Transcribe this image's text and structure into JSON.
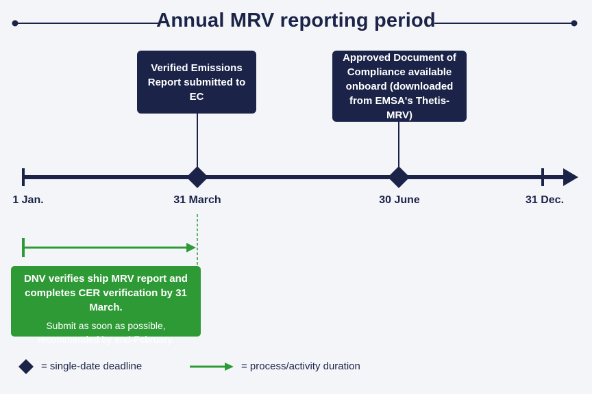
{
  "title": "Annual MRV reporting period",
  "milestones": [
    {
      "date": "31 March",
      "box": "Verified Emissions Report submitted to EC"
    },
    {
      "date": "30 June",
      "box": "Approved Document of Compliance available onboard (downloaded from EMSA's Thetis-MRV)"
    }
  ],
  "timeline": {
    "start_label": "1 Jan.",
    "end_label": "31 Dec."
  },
  "process": {
    "main_text": "DNV verifies ship MRV report and completes CER verification by 31 March.",
    "sub_text": "Submit as soon as possible, recommended by end-February."
  },
  "legend": {
    "diamond_text": "= single-date deadline",
    "arrow_text": "= process/activity duration"
  },
  "colors": {
    "navy": "#1b2448",
    "green": "#2e9a36",
    "background": "#f4f5f8"
  }
}
